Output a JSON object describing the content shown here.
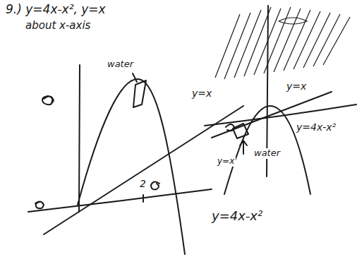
{
  "diagram": {
    "labels": [
      "9.) y=4x-x², y=x",
      "about x-axis",
      "water",
      "2",
      "y=4x-x²",
      "y=x",
      "y=x",
      "y=4x-x²",
      "water",
      "y=x"
    ]
  }
}
